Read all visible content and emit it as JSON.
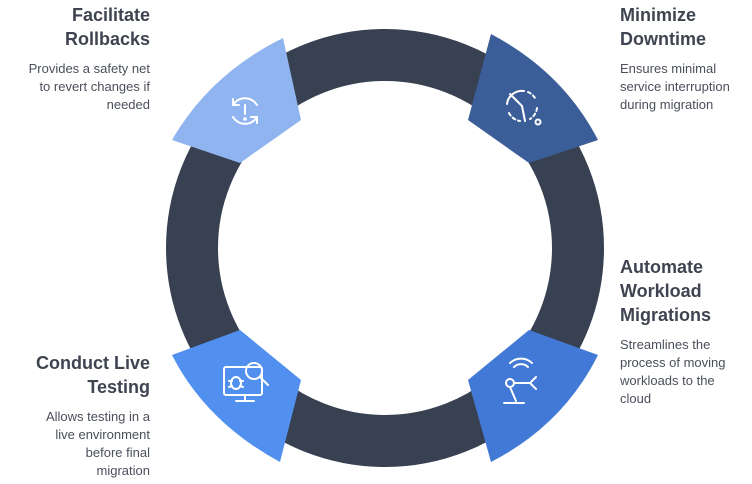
{
  "steps": [
    {
      "id": "rollbacks",
      "title_line1": "Facilitate",
      "title_line2": "Rollbacks",
      "title_line3": "",
      "description": [
        "Provides a safety net",
        "to revert changes if",
        "needed"
      ],
      "icon": "undo-alert-icon",
      "color": "#8fb4ef"
    },
    {
      "id": "downtime",
      "title_line1": "Minimize",
      "title_line2": "Downtime",
      "title_line3": "",
      "description": [
        "Ensures minimal",
        "service interruption",
        "during migration"
      ],
      "icon": "clock-dashed-icon",
      "color": "#3c5e98"
    },
    {
      "id": "automate",
      "title_line1": "Automate",
      "title_line2": "Workload",
      "title_line3": "Migrations",
      "description": [
        "Streamlines the",
        "process of moving",
        "workloads to the",
        "cloud"
      ],
      "icon": "robotic-arm-icon",
      "color": "#4379d6"
    },
    {
      "id": "testing",
      "title_line1": "Conduct Live",
      "title_line2": "Testing",
      "title_line3": "",
      "description": [
        "Allows testing in a",
        "live environment",
        "before final",
        "migration"
      ],
      "icon": "bug-search-monitor-icon",
      "color": "#5290f0"
    }
  ],
  "ring_color": "#374151"
}
